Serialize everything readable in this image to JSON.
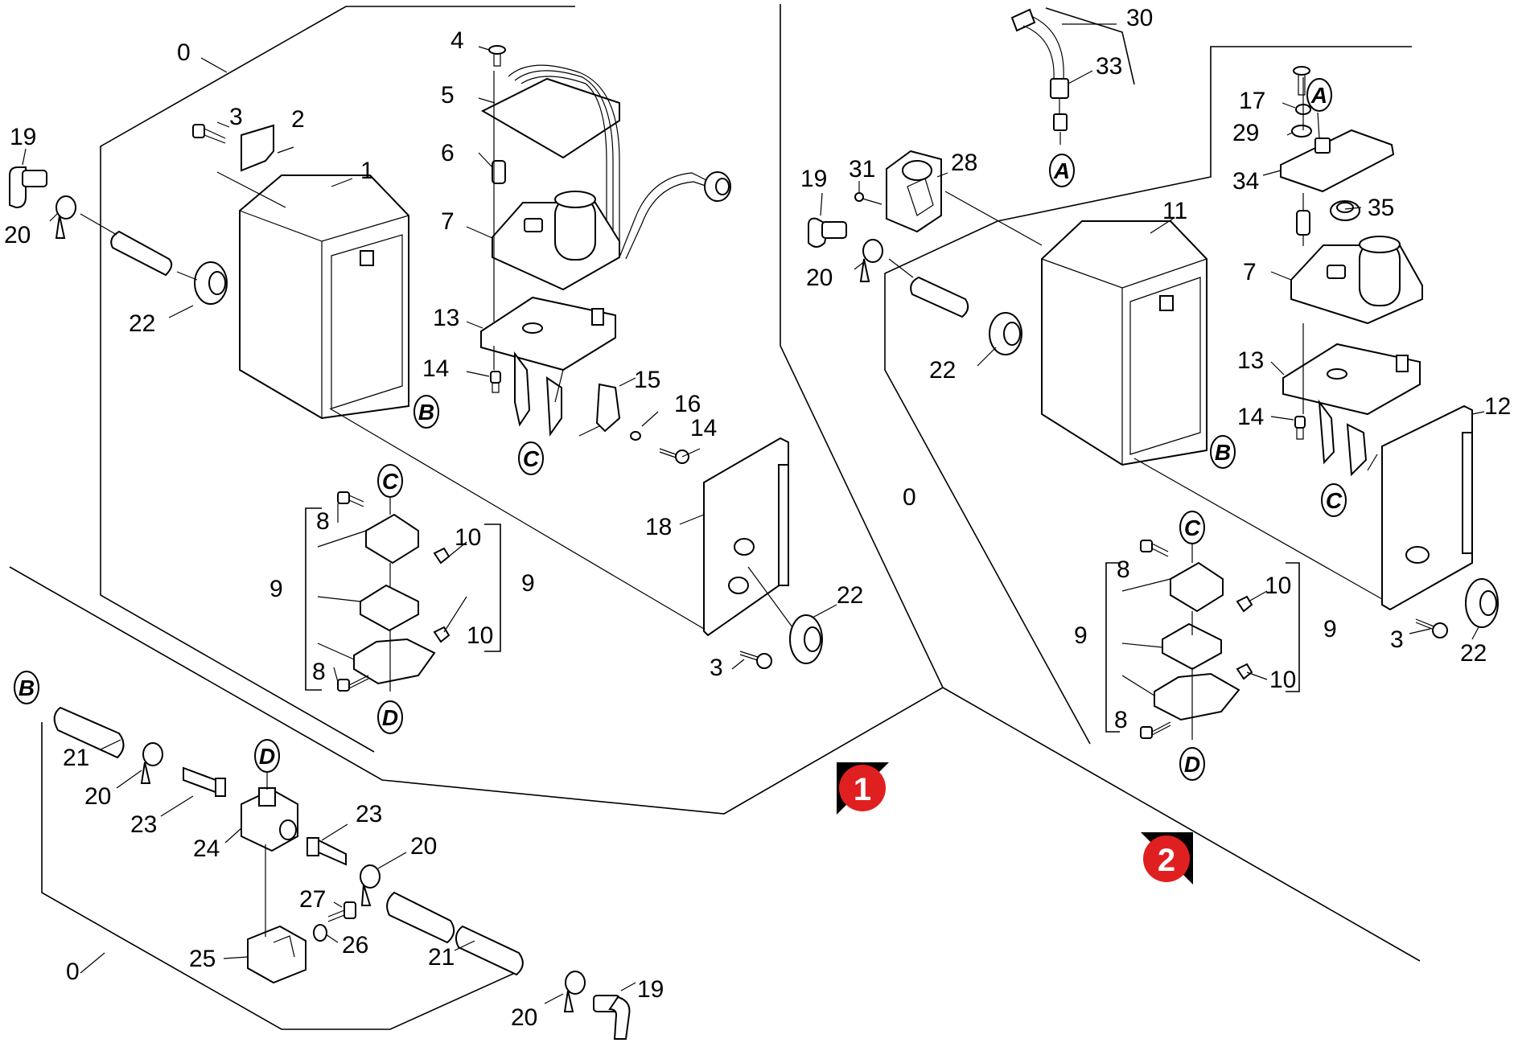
{
  "colors": {
    "line": "#000000",
    "badge": "#e02020",
    "badge_corner": "#000000"
  },
  "badges": [
    "1",
    "2"
  ],
  "tags": {
    "a": "A",
    "b": "B",
    "c": "C",
    "d": "D"
  },
  "parts": {
    "p0": "0",
    "p1": "1",
    "p2": "2",
    "p3": "3",
    "p4": "4",
    "p5": "5",
    "p6": "6",
    "p7": "7",
    "p8": "8",
    "p9": "9",
    "p10": "10",
    "p11": "11",
    "p12": "12",
    "p13": "13",
    "p14": "14",
    "p15": "15",
    "p16": "16",
    "p17": "17",
    "p18": "18",
    "p19": "19",
    "p20": "20",
    "p21": "21",
    "p22": "22",
    "p23": "23",
    "p24": "24",
    "p25": "25",
    "p26": "26",
    "p27": "27",
    "p28": "28",
    "p29": "29",
    "p30": "30",
    "p31": "31",
    "p33": "33",
    "p34": "34",
    "p35": "35"
  }
}
